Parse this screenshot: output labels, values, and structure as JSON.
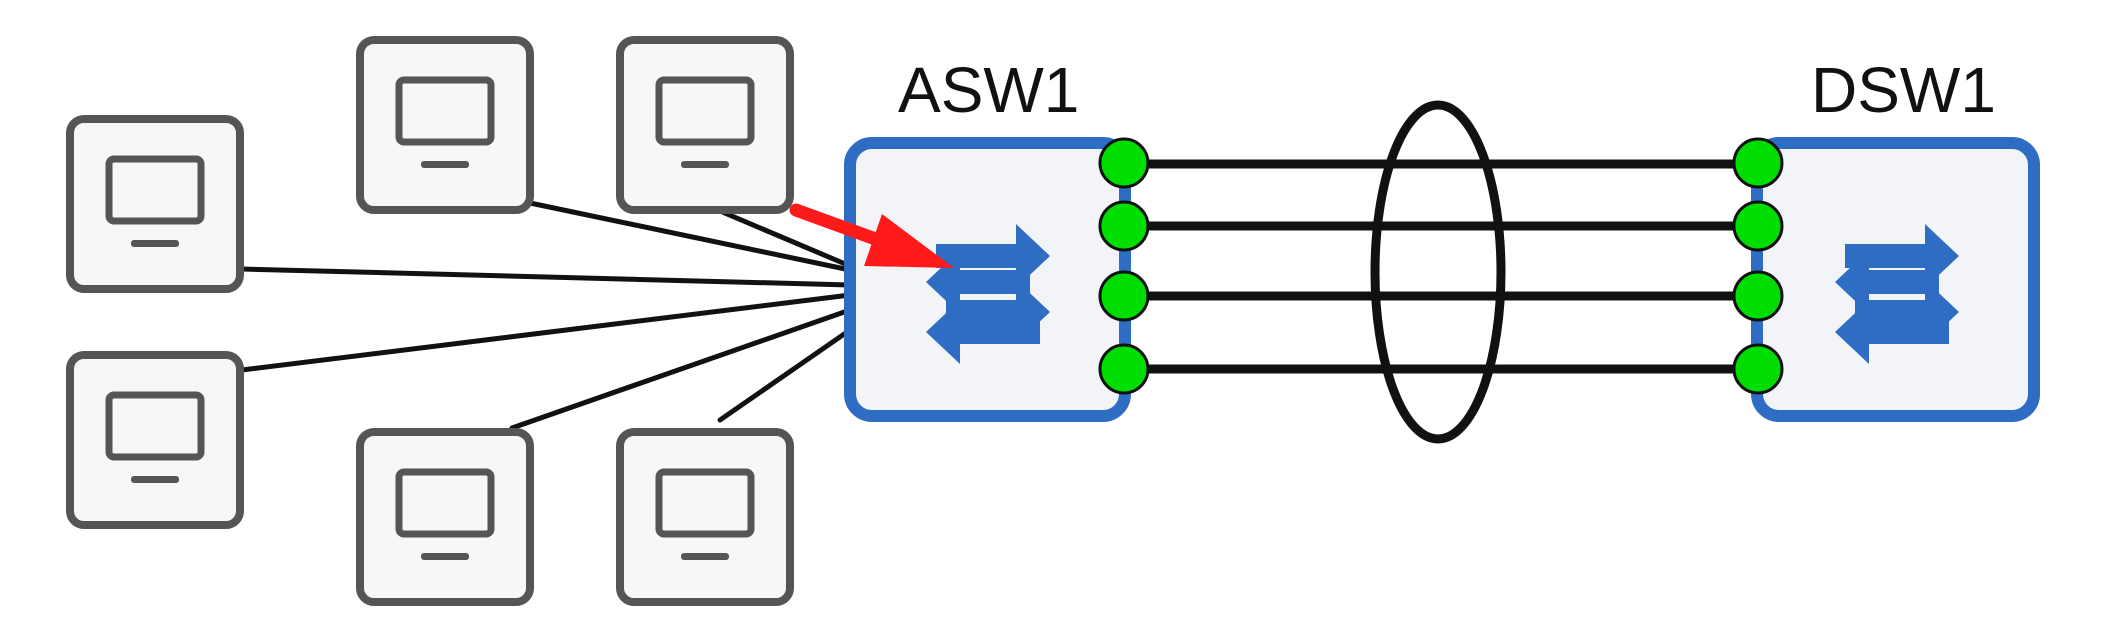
{
  "switches": [
    {
      "id": "asw1",
      "label": "ASW1"
    },
    {
      "id": "dsw1",
      "label": "DSW1"
    }
  ],
  "pcs": [
    {
      "id": "pc1",
      "icon": "monitor-icon"
    },
    {
      "id": "pc2",
      "icon": "monitor-icon"
    },
    {
      "id": "pc3",
      "icon": "monitor-icon"
    },
    {
      "id": "pc4",
      "icon": "monitor-icon"
    },
    {
      "id": "pc5",
      "icon": "monitor-icon"
    },
    {
      "id": "pc6",
      "icon": "monitor-icon"
    }
  ],
  "trunk_link_count": 4,
  "port_count_per_switch": 4,
  "colors": {
    "switch_border": "#2f6cc4",
    "switch_fill": "#f2f4f8",
    "arrows": "#2f6cc4",
    "port": "#00dd00",
    "link": "#111111",
    "pc_border": "#555555",
    "pc_fill": "#f7f7f8",
    "highlight_arrow": "#ff1a1a",
    "etherchannel_ring": "#111111"
  }
}
